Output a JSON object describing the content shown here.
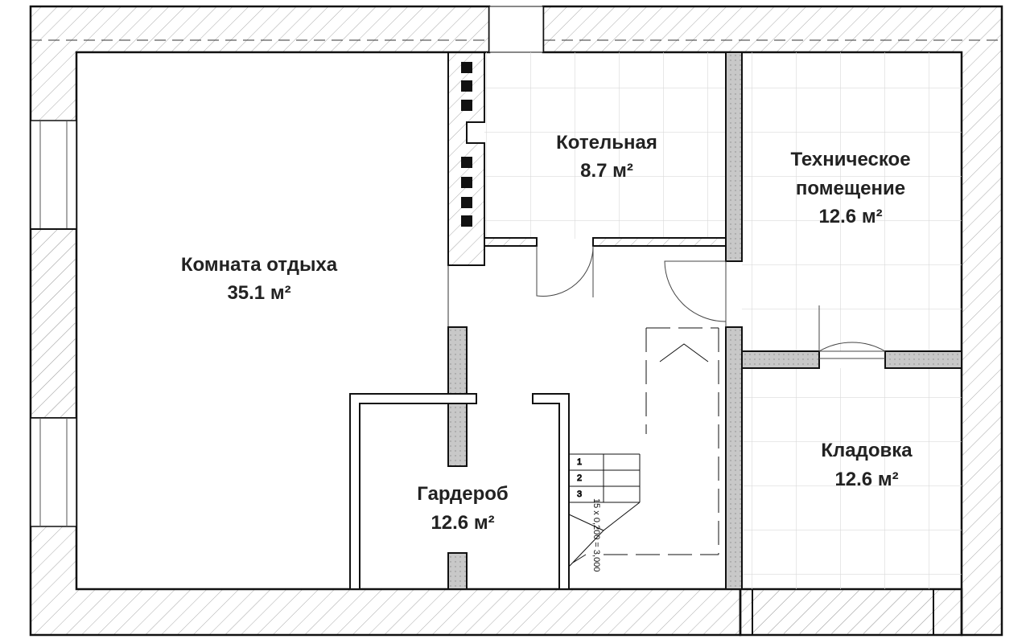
{
  "rooms": {
    "lounge": {
      "name": "Комната отдыха",
      "area": "35.1 м²"
    },
    "boiler": {
      "name": "Котельная",
      "area": "8.7 м²"
    },
    "technical": {
      "name_line1": "Техническое",
      "name_line2": "помещение",
      "area": "12.6 м²"
    },
    "wardrobe": {
      "name": "Гардероб",
      "area": "12.6 м²"
    },
    "storage": {
      "name": "Кладовка",
      "area": "12.6 м²"
    }
  },
  "stairs": {
    "steps": [
      "1",
      "2",
      "3"
    ],
    "dimension": "15 x 0,200 = 3,000"
  },
  "colors": {
    "wall_line": "#111111",
    "partition_fill": "#c8c8c8",
    "tile_grid": "#d9d9d9"
  }
}
